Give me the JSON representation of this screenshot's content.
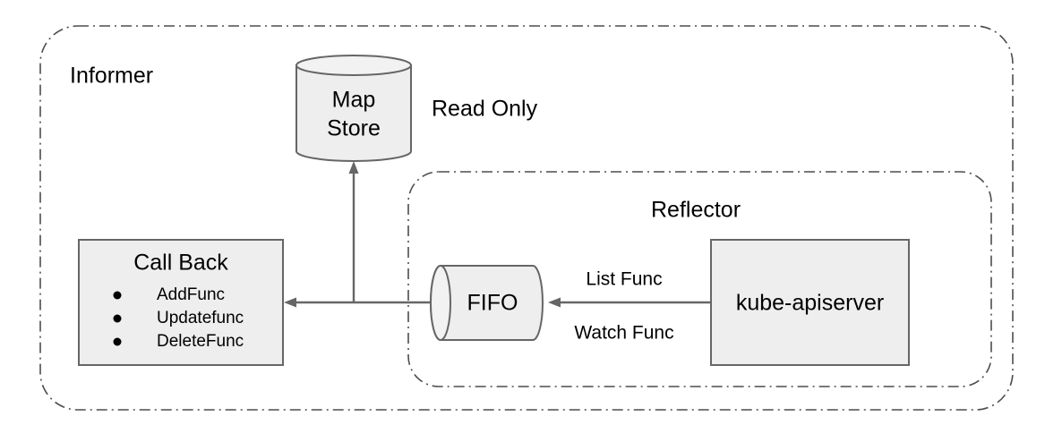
{
  "diagram": {
    "title_hidden": "Kubernetes Informer / Reflector architecture",
    "containers": [
      {
        "id": "informer",
        "label": "Informer"
      },
      {
        "id": "reflector",
        "label": "Reflector"
      }
    ],
    "nodes": {
      "map_store": {
        "label_line1": "Map",
        "label_line2": "Store",
        "shape": "cylinder-vertical"
      },
      "fifo": {
        "label": "FIFO",
        "shape": "cylinder-horizontal"
      },
      "kube_apiserver": {
        "label": "kube-apiserver",
        "shape": "rectangle"
      },
      "call_back": {
        "heading": "Call Back",
        "shape": "rectangle",
        "items": [
          "AddFunc",
          "Updatefunc",
          "DeleteFunc"
        ]
      }
    },
    "edge_labels": {
      "read_only": "Read Only",
      "list_func": "List Func",
      "watch_func": "Watch Func"
    },
    "colors": {
      "node_fill": "#eeeeee",
      "node_stroke": "#666666",
      "connector": "#666666",
      "container_stroke": "#4d4d4d",
      "text": "#000000",
      "page_background": "#ffffff"
    }
  }
}
